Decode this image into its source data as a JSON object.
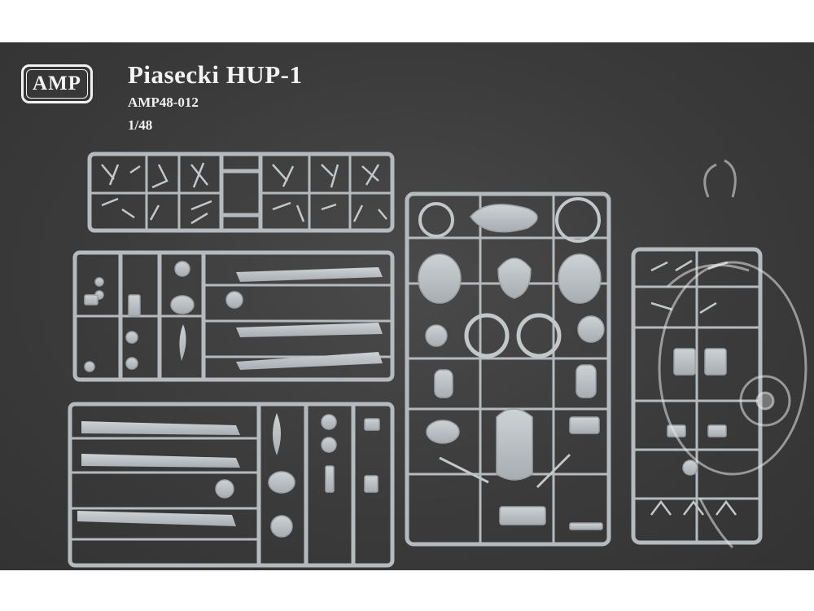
{
  "brand": {
    "logo_text": "AMP"
  },
  "product": {
    "title": "Piasecki HUP-1",
    "code": "AMP48-012",
    "scale": "1/48"
  },
  "colors": {
    "background": "#3b3b3b",
    "plastic": "#b9bfc3",
    "text": "#f4f4f4"
  }
}
